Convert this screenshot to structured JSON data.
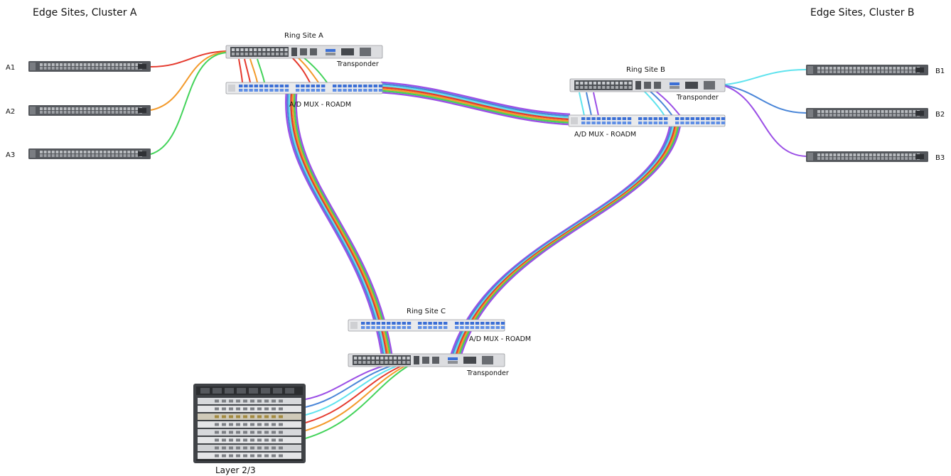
{
  "colors": {
    "red": "#e53a2e",
    "orange": "#f39a2b",
    "green": "#43d35a",
    "cyan": "#5fe3ee",
    "blue": "#4a86d8",
    "purple": "#9b4fe6",
    "device_body": "#55585d",
    "panel_body": "#dcdde0",
    "port_blue": "#3b6fd6"
  },
  "headers": {
    "cluster_a": "Edge Sites, Cluster A",
    "cluster_b": "Edge Sites, Cluster B"
  },
  "sites": {
    "ring_a": {
      "title": "Ring Site A",
      "transponder": "Transponder",
      "mux": "A/D MUX - ROADM"
    },
    "ring_b": {
      "title": "Ring Site B",
      "transponder": "Transponder",
      "mux": "A/D MUX - ROADM"
    },
    "ring_c": {
      "title": "Ring Site C",
      "transponder": "Transponder",
      "mux": "A/D MUX - ROADM"
    }
  },
  "edge_nodes": {
    "a": [
      "A1",
      "A2",
      "A3"
    ],
    "b": [
      "B1",
      "B2",
      "B3"
    ]
  },
  "core": {
    "label": "Layer 2/3"
  },
  "icons": [
    "edge-switch-icon",
    "transponder-icon",
    "roadm-mux-icon",
    "router-chassis-icon"
  ]
}
